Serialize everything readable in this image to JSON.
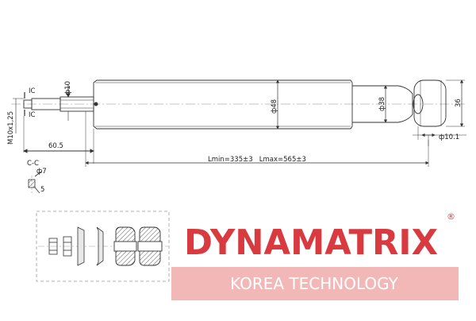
{
  "drawing": {
    "dims": {
      "section_ic": "IC",
      "section_ic_lower": "IC",
      "rod_dia": "ф10",
      "thread": "M10x1,25",
      "rod_length": "60.5",
      "body_dia": "ф48",
      "lower_dia": "ф38",
      "eye_dia": "ф10.1",
      "eye_width": "36",
      "lengths": "Lmin=335±3   Lmax=565±3",
      "section_cc": "C-C",
      "key_dia": "ф7",
      "key_flat": "5"
    }
  },
  "logo": {
    "brand": "DYNAMATRIX",
    "registered": "®",
    "tagline": "KOREA TECHNOLOGY",
    "brand_color": "#d93a3f",
    "band_color": "#f2b8b7"
  },
  "kit": {
    "parts": [
      "nut",
      "washer-nut",
      "washer",
      "cup-washer",
      "bushing",
      "bushing"
    ]
  }
}
